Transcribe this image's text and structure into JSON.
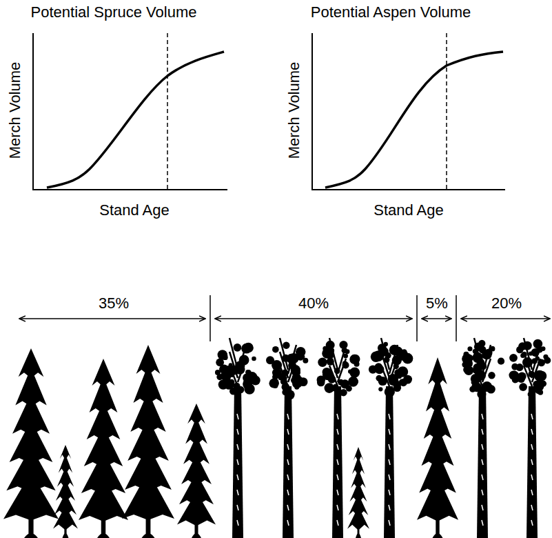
{
  "diagram": {
    "labels": [
      "Potential Spruce Volume",
      "Merch Volume",
      "Stand Age",
      "Potential Aspen Volume",
      "Merch Volume",
      "Stand Age",
      "35%",
      "40%",
      "5%",
      "20%"
    ]
  }
}
